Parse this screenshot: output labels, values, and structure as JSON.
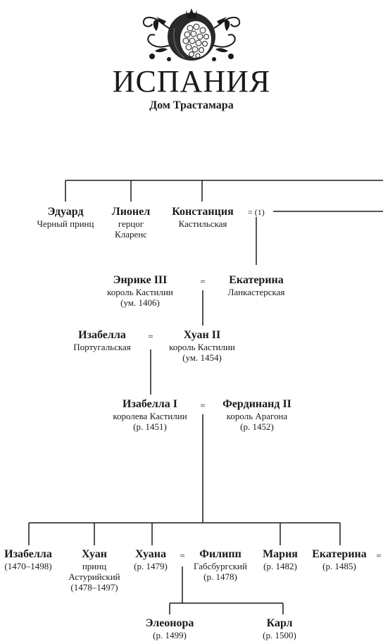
{
  "header": {
    "title": "ИСПАНИЯ",
    "subtitle": "Дом Трастамара",
    "ornament_icon": "pomegranate-ornament"
  },
  "people": {
    "eduard": {
      "name": "Эдуард",
      "lines": [
        "Черный принц"
      ]
    },
    "lionel": {
      "name": "Лионел",
      "lines": [
        "герцог",
        "Кларенс"
      ]
    },
    "constance": {
      "name": "Констанция",
      "lines": [
        "Кастильская"
      ]
    },
    "enrique": {
      "name": "Энрике III",
      "lines": [
        "король Кастилии",
        "(ум. 1406)"
      ]
    },
    "catherine_l": {
      "name": "Екатерина",
      "lines": [
        "Ланкастерская"
      ]
    },
    "isabella_p": {
      "name": "Изабелла",
      "lines": [
        "Португальская"
      ]
    },
    "juan2": {
      "name": "Хуан II",
      "lines": [
        "король Кастилии",
        "(ум. 1454)"
      ]
    },
    "isabella1": {
      "name": "Изабелла I",
      "lines": [
        "королева Кастилии",
        "(р. 1451)"
      ]
    },
    "ferdinand": {
      "name": "Фердинанд II",
      "lines": [
        "король Арагона",
        "(р. 1452)"
      ]
    },
    "isabella_c": {
      "name": "Изабелла",
      "lines": [
        "(1470–1498)"
      ]
    },
    "juan_c": {
      "name": "Хуан",
      "lines": [
        "принц",
        "Астурийский",
        "(1478–1497)"
      ]
    },
    "juana": {
      "name": "Хуана",
      "lines": [
        "(р. 1479)"
      ]
    },
    "philip": {
      "name": "Филипп",
      "lines": [
        "Габсбургский",
        "(р. 1478)"
      ]
    },
    "maria": {
      "name": "Мария",
      "lines": [
        "(р. 1482)"
      ]
    },
    "catherine_c": {
      "name": "Екатерина",
      "lines": [
        "(р. 1485)"
      ]
    },
    "eleonora": {
      "name": "Элеонора",
      "lines": [
        "(р. 1499)"
      ]
    },
    "karl": {
      "name": "Карл",
      "lines": [
        "(р. 1500)"
      ]
    }
  },
  "marks": {
    "eq": "=",
    "eq_first": "= (1)"
  }
}
